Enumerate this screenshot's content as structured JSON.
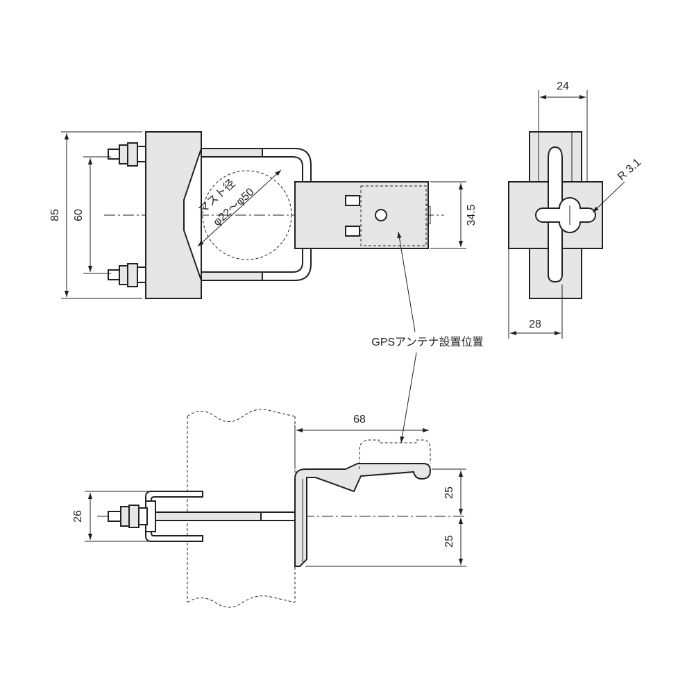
{
  "labels": {
    "mast_label": "マスト径",
    "mast_range": "φ22～φ50",
    "gps_label": "GPSアンテナ設置位置"
  },
  "dimensions": {
    "height_85": "85",
    "height_60": "60",
    "height_34_5": "34.5",
    "width_24": "24",
    "width_28": "28",
    "radius": "R 3.1",
    "length_68": "68",
    "height_26": "26",
    "height_25_upper": "25",
    "height_25_lower": "25"
  },
  "colors": {
    "line": "#231f20",
    "fill": "#e6e6e6"
  }
}
